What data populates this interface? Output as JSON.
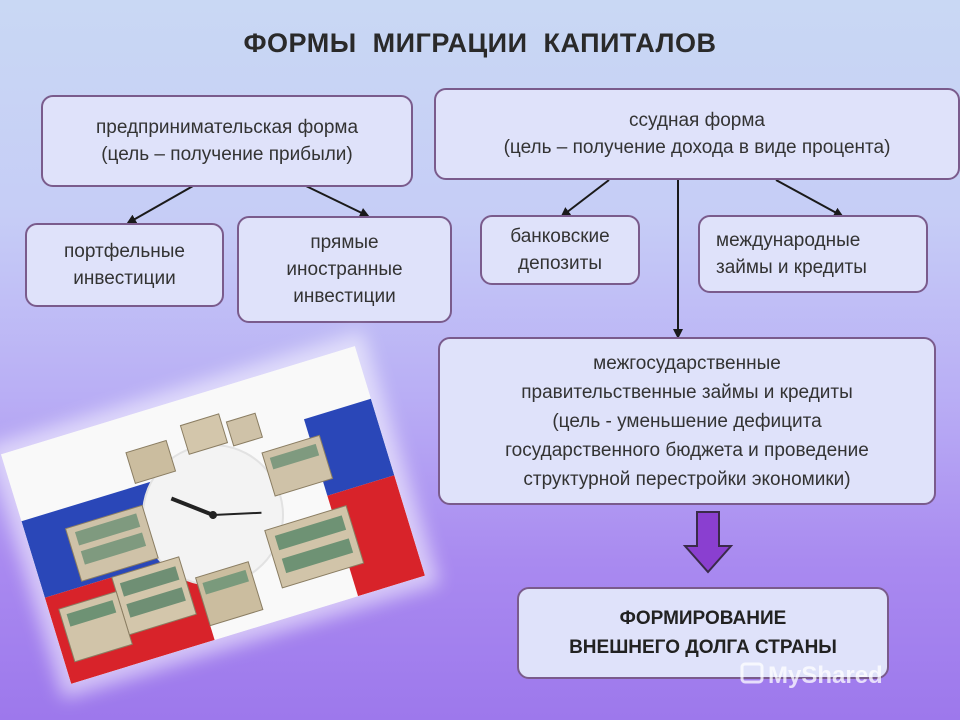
{
  "title": "ФОРМЫ  МИГРАЦИИ  КАПИТАЛОВ",
  "boxes": {
    "entrepreneurial": "предпринимательская форма\n(цель – получение прибыли)",
    "loan": "ссудная форма\n(цель – получение дохода в виде процента)",
    "portfolio": "портфельные\nинвестиции",
    "direct": "прямые\nиностранные\nинвестиции",
    "bank_deposits": "банковские\nдепозиты",
    "international_loans": "международные\nзаймы и кредиты",
    "interstate_loans": "межгосударственные\nправительственные займы и кредиты\n(цель -   уменьшение дефицита\nгосударственного бюджета и проведение\nструктурной перестройки экономики)",
    "external_debt": "ФОРМИРОВАНИЕ\nВНЕШНЕГО ДОЛГА СТРАНЫ"
  },
  "colors": {
    "box_fill": "#dfe2fa",
    "box_border": "#7a5b8c",
    "connector": "#1a1a1a",
    "big_arrow": "#8a3fd0",
    "flag_white": "#ffffff",
    "flag_blue": "#2a47b8",
    "flag_red": "#d8232a"
  },
  "image": {
    "name": "money-clock-flag-photo"
  },
  "watermark": "MyShared"
}
